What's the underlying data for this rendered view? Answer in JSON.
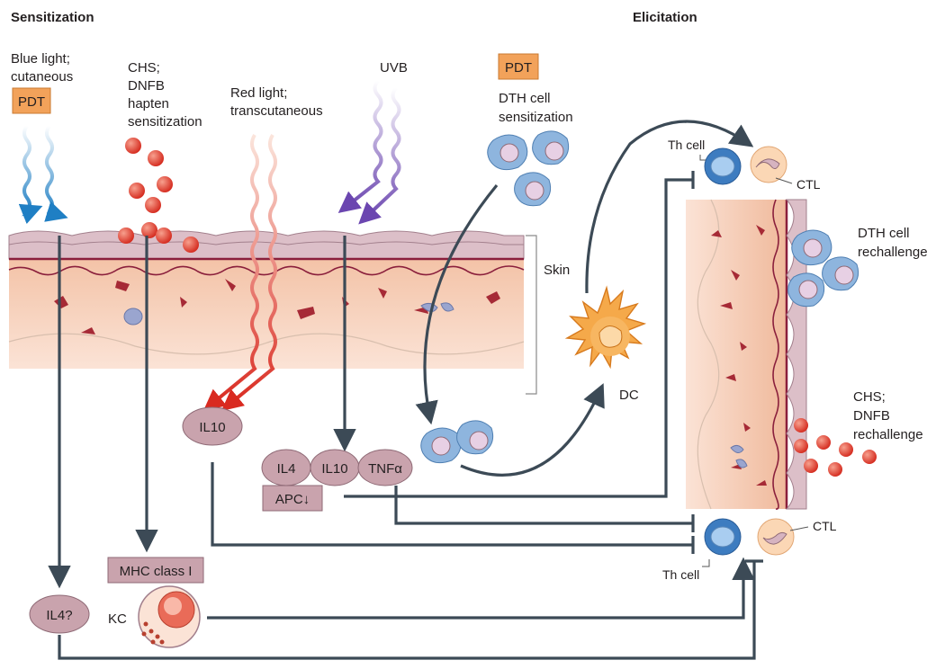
{
  "headers": {
    "sensitization": "Sensitization",
    "elicitation": "Elicitation"
  },
  "sensitization": {
    "blue_light": [
      "Blue light;",
      "cutaneous"
    ],
    "pdt": "PDT",
    "chs": [
      "CHS;",
      "DNFB",
      "hapten",
      "sensitization"
    ],
    "red_light": [
      "Red light;",
      "transcutaneous"
    ],
    "uvb": "UVB",
    "skin": "Skin",
    "il10": "IL10",
    "il4": "IL4",
    "il10b": "IL10",
    "tnfa": "TNFα",
    "apc": "APC↓",
    "mhc": "MHC class I",
    "il4q": "IL4?",
    "kc": "KC"
  },
  "elicitation": {
    "pdt": "PDT",
    "dth_sens": [
      "DTH cell",
      "sensitization"
    ],
    "dc": "DC",
    "th_top": "Th cell",
    "ctl_top": "CTL",
    "dth_re": [
      "DTH cell",
      "rechallenge"
    ],
    "chs_re": [
      "CHS;",
      "DNFB",
      "rechallenge"
    ],
    "th_bottom": "Th cell",
    "ctl_bottom": "CTL"
  },
  "colors": {
    "arrow": "#3c4a56",
    "skin_top": "#d9b9c3",
    "dermis": "#f2c7ae",
    "cytokine": "#c9a3ad",
    "pdt_box": "#f2a25a",
    "blue_light": "#2a8ccc",
    "red_light": "#e0352b",
    "uvb_light": "#7b57b8",
    "apc_cell": "#6f9fd0",
    "dc_cell": "#f29b3b",
    "hapten": "#e5392b"
  }
}
